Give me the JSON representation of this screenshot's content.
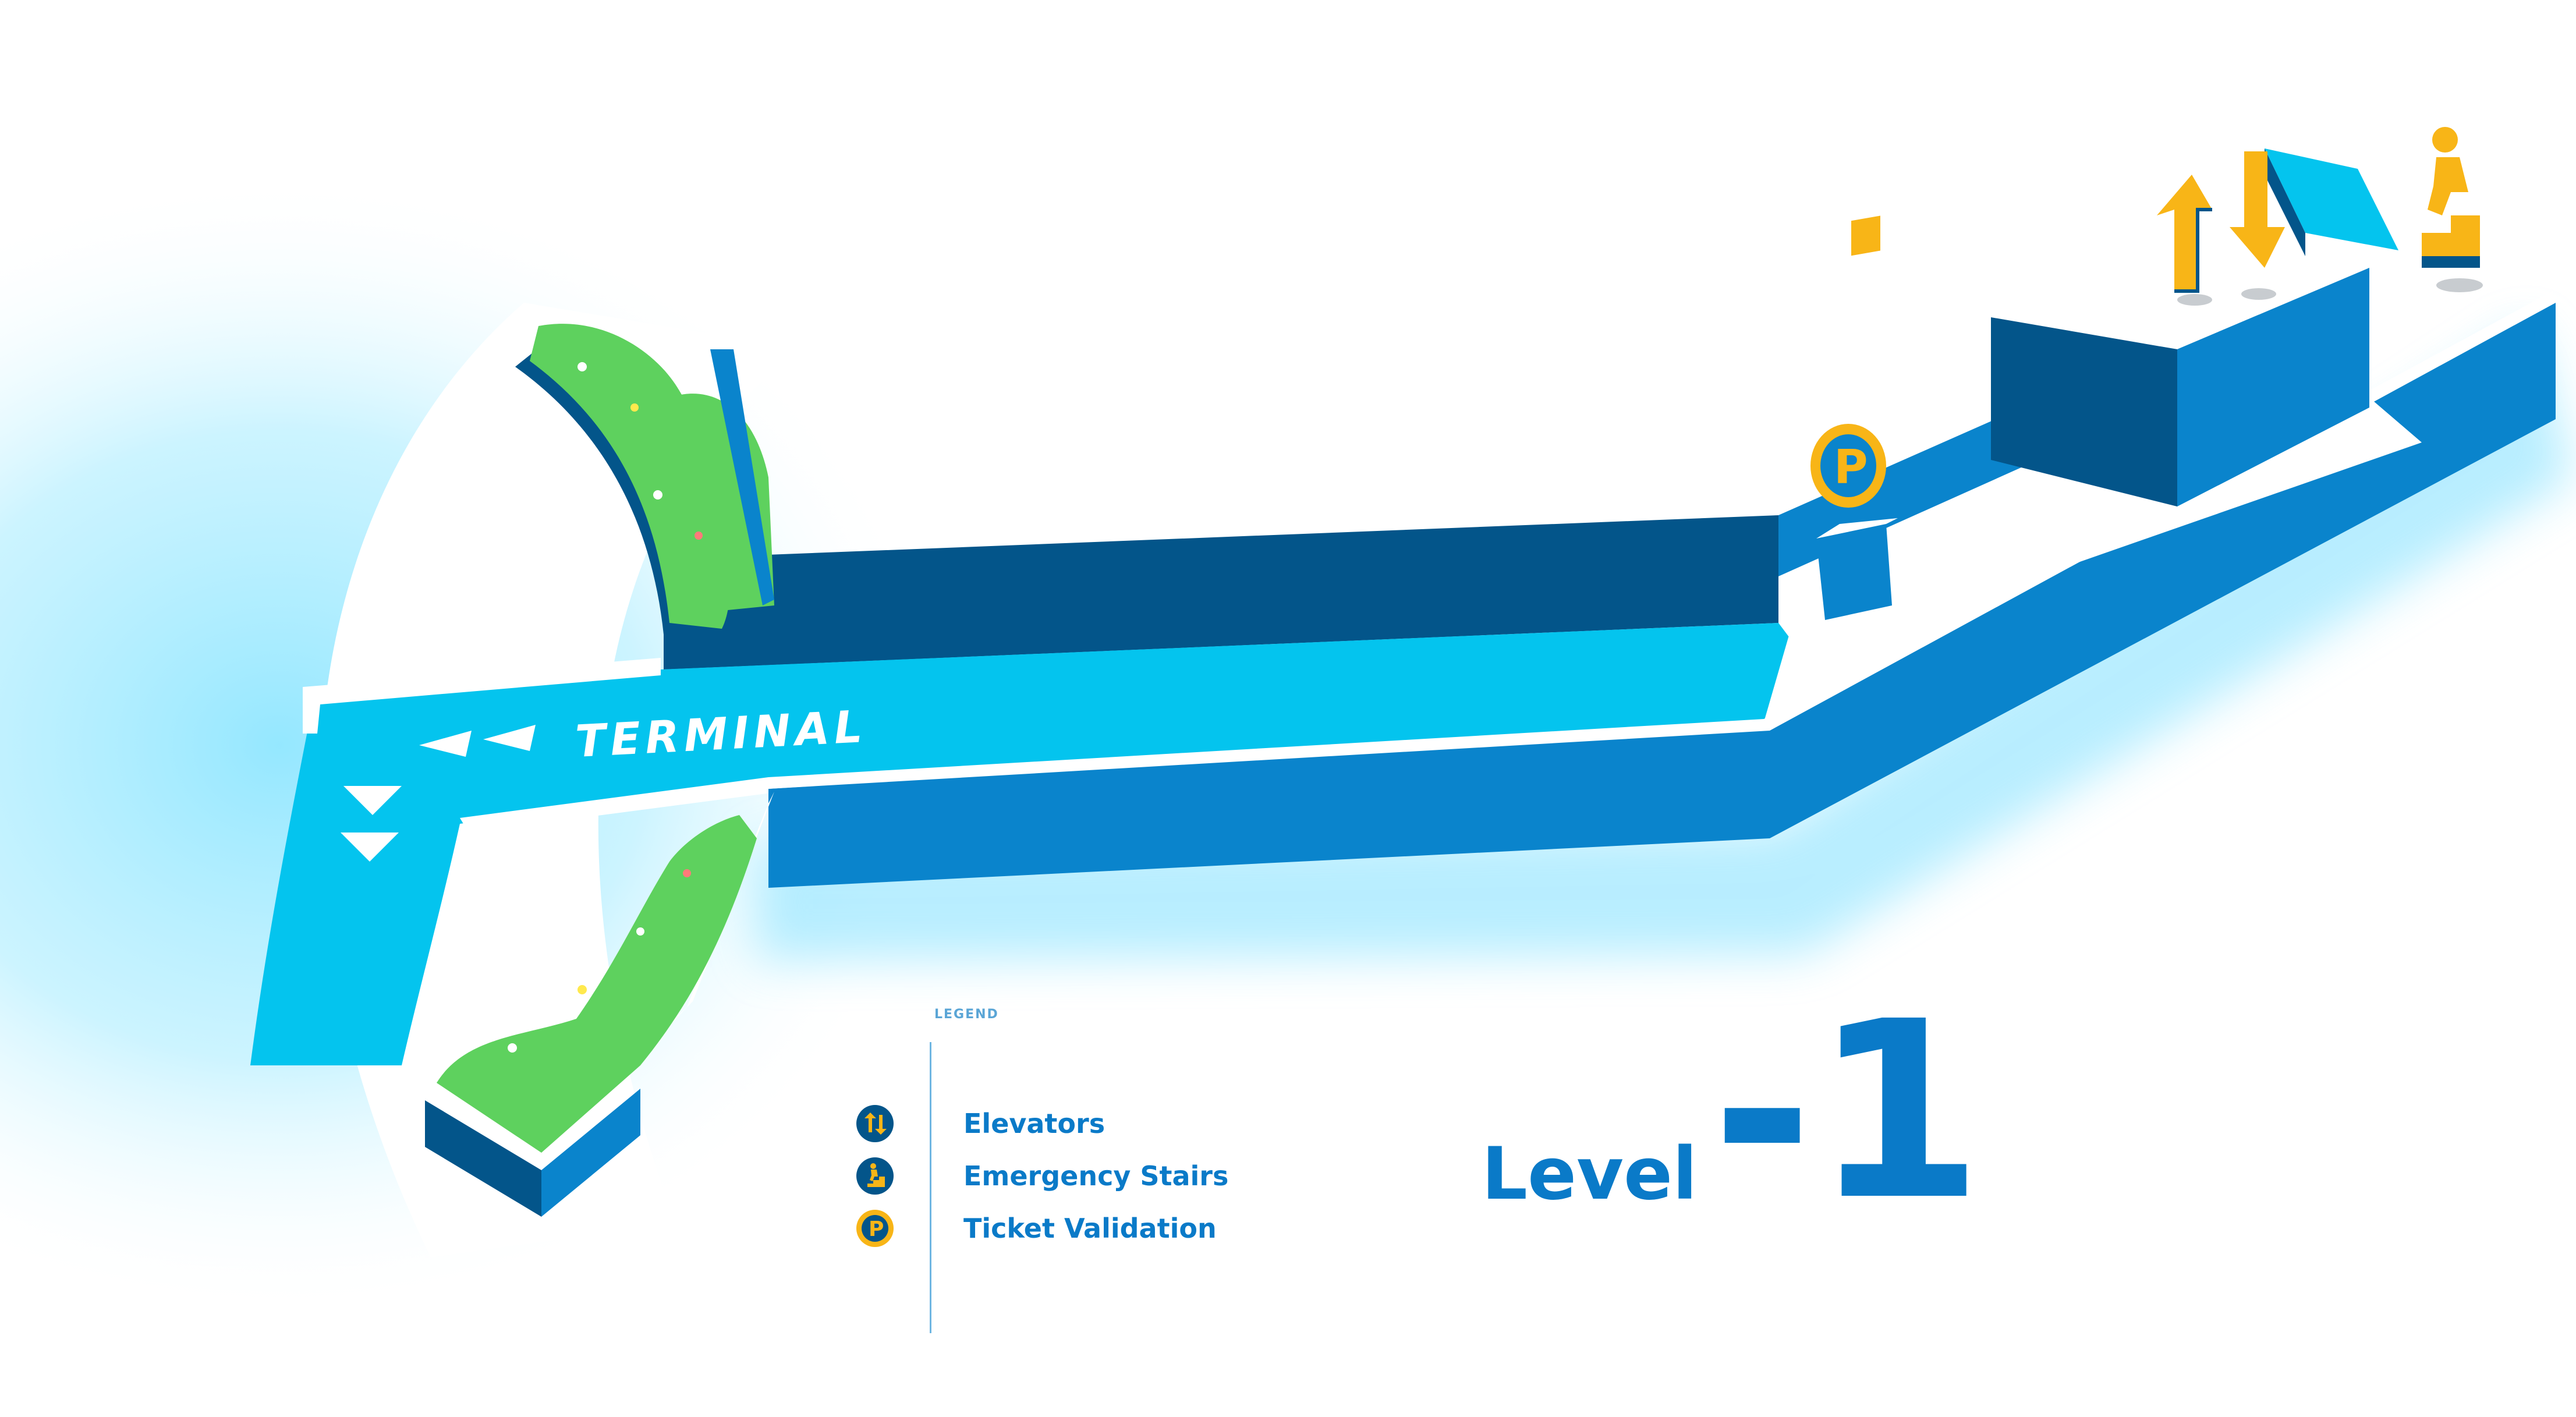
{
  "map": {
    "corridor_label": "TERMINAL",
    "level_word": "Level",
    "level_number": "-1"
  },
  "legend": {
    "title": "LEGEND",
    "items": [
      {
        "label": "Elevators",
        "icon": "elevator-icon"
      },
      {
        "label": "Emergency Stairs",
        "icon": "emergency-stairs-icon"
      },
      {
        "label": "Ticket Validation",
        "icon": "parking-ticket-icon"
      }
    ]
  },
  "colors": {
    "dark_blue": "#03558a",
    "mid_blue": "#0a84cc",
    "cyan": "#04c4ee",
    "yellow": "#f8b517",
    "green": "#5ed15e",
    "text_blue": "#0a7ac8"
  }
}
